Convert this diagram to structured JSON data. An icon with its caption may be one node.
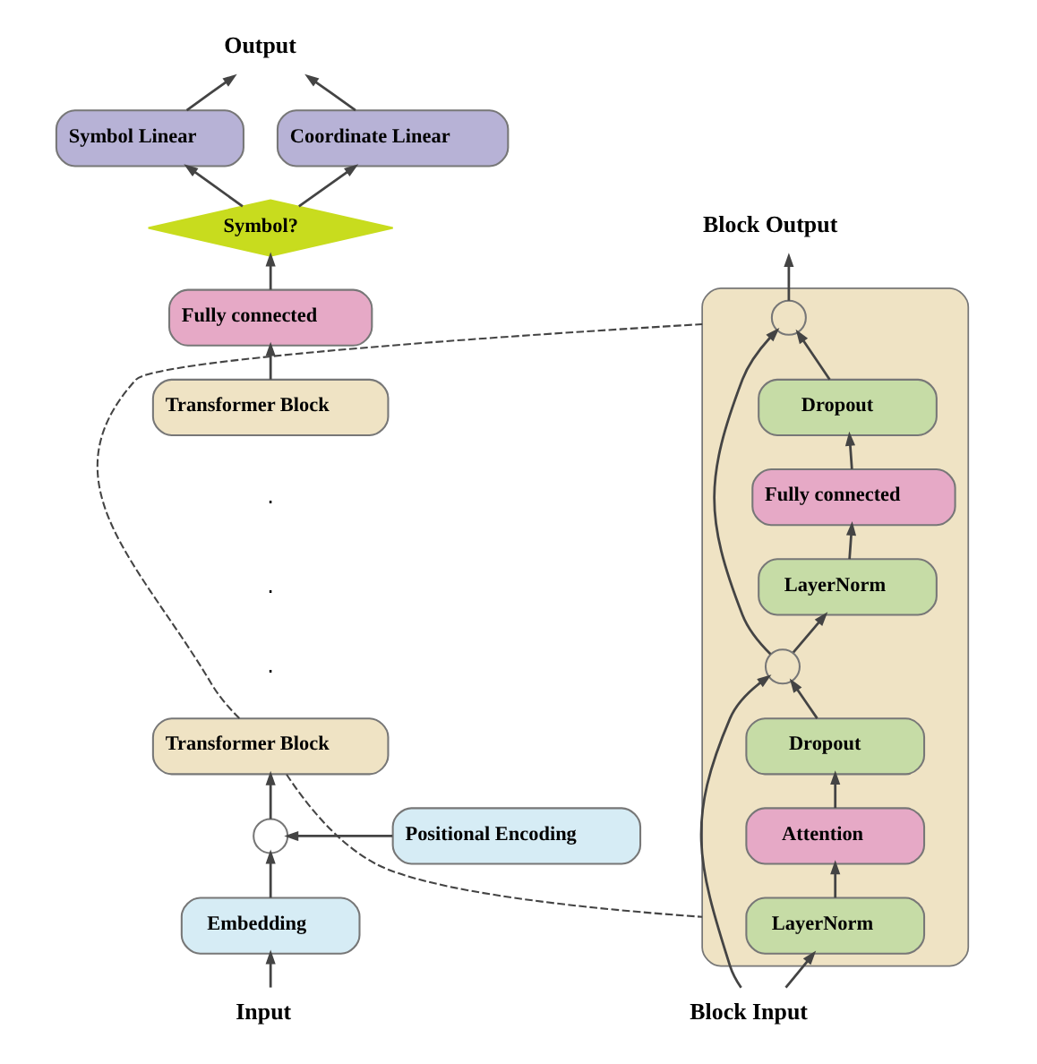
{
  "diagram": {
    "nodes": [
      {
        "text": [
          "Output"
        ]
      },
      {
        "text": [
          "Symbol Linear"
        ]
      },
      {
        "text": [
          "Coordinate Linear"
        ]
      },
      {
        "text": [
          "Symbol?"
        ]
      },
      {
        "text": [
          "Fully connected"
        ]
      },
      {
        "text": [
          "Transformer Block"
        ]
      },
      {
        "text": [
          "Transformer Block"
        ]
      },
      {
        "text": [
          "Positional Encoding"
        ]
      },
      {
        "text": [],
        "shape": "circle"
      },
      {
        "text": [
          "Embedding"
        ]
      },
      {
        "text": [
          "Input"
        ]
      },
      {
        "text": [
          "Block Output"
        ]
      },
      {
        "text": [],
        "shape": "box"
      },
      {
        "text": [],
        "shape": "circle",
        "in": 12
      },
      {
        "text": [
          "Dropout"
        ],
        "in": 12
      },
      {
        "text": [
          "Fully connected"
        ],
        "in": 12
      },
      {
        "text": [
          "LayerNorm"
        ],
        "in": 12
      },
      {
        "text": [],
        "shape": "circle",
        "in": 12
      },
      {
        "text": [
          "Dropout"
        ],
        "in": 12
      },
      {
        "text": [
          "Attention"
        ],
        "in": 12
      },
      {
        "text": [
          "LayerNorm"
        ],
        "in": 12
      },
      {
        "text": [
          "Block Input"
        ]
      }
    ],
    "edges": [
      {
        "from": 10,
        "to": 9,
        "arrow": "to"
      },
      {
        "from": 9,
        "to": 8,
        "arrow": "to"
      },
      {
        "from": 7,
        "to": 8,
        "arrow": "to"
      },
      {
        "from": 8,
        "to": 6,
        "arrow": "to"
      },
      {
        "from": 5,
        "to": 4,
        "arrow": "to"
      },
      {
        "from": 4,
        "to": 3,
        "arrow": "to"
      },
      {
        "from": 3,
        "to": 1,
        "arrow": "to"
      },
      {
        "from": 3,
        "to": 2,
        "arrow": "to"
      },
      {
        "from": 1,
        "to": 0,
        "arrow": "to"
      },
      {
        "from": 2,
        "to": 0,
        "arrow": "to"
      },
      {
        "from": 21,
        "to": 20,
        "arrow": "to"
      },
      {
        "from": 20,
        "to": 19,
        "arrow": "to"
      },
      {
        "from": 19,
        "to": 18,
        "arrow": "to"
      },
      {
        "from": 18,
        "to": 17,
        "arrow": "to"
      },
      {
        "from": 21,
        "to": 17,
        "arrow": "to"
      },
      {
        "from": 17,
        "to": 16,
        "arrow": "to"
      },
      {
        "from": 16,
        "to": 15,
        "arrow": "to"
      },
      {
        "from": 15,
        "to": 14,
        "arrow": "to"
      },
      {
        "from": 14,
        "to": 13,
        "arrow": "to"
      },
      {
        "from": 17,
        "to": 13,
        "arrow": "to"
      },
      {
        "from": 13,
        "to": 11,
        "arrow": "to"
      },
      {
        "from": 6,
        "to": 12,
        "arrow": "none",
        "style": "dashed"
      },
      {
        "from": 6,
        "to": 12,
        "arrow": "none",
        "style": "dashed"
      }
    ],
    "labels": [
      ".",
      ".",
      "."
    ]
  }
}
